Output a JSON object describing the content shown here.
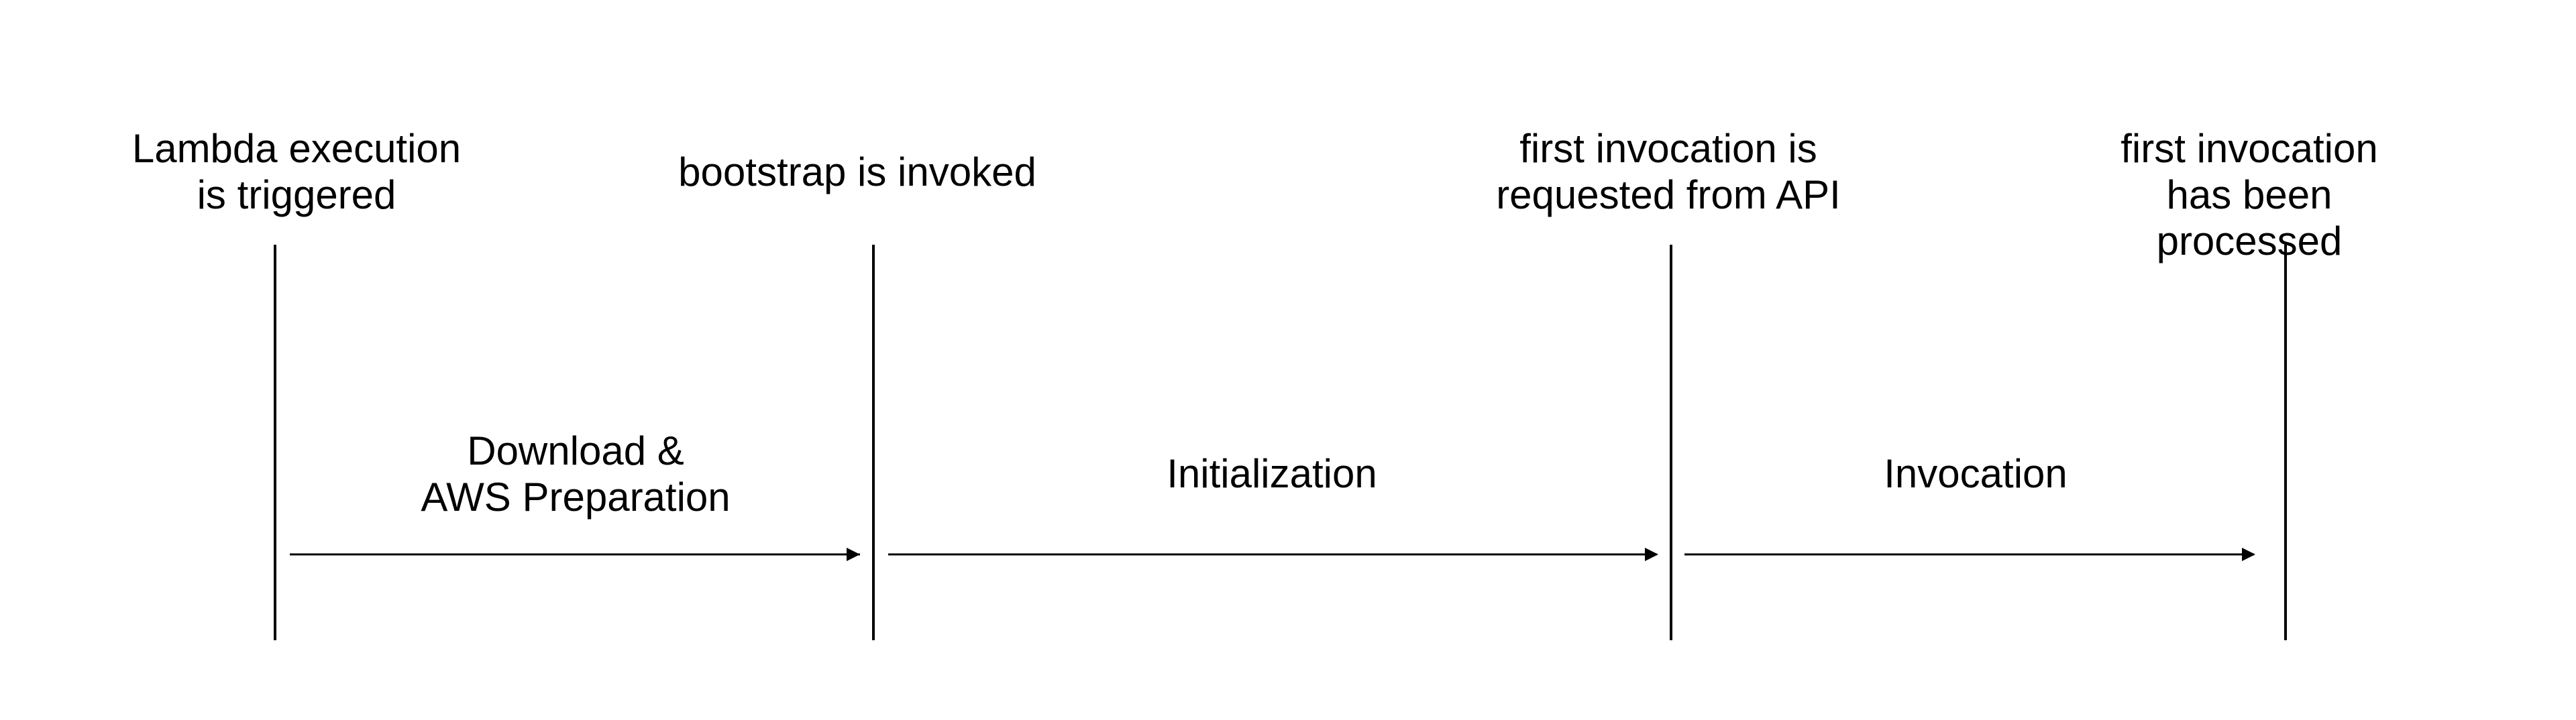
{
  "events": [
    {
      "id": "trigger",
      "label": "Lambda execution\nis triggered"
    },
    {
      "id": "bootstrap",
      "label": "bootstrap is invoked"
    },
    {
      "id": "first-request",
      "label": "first invocation is\nrequested from API"
    },
    {
      "id": "first-processed",
      "label": "first invocation\nhas been processed"
    }
  ],
  "phases": [
    {
      "id": "download",
      "label": "Download &\nAWS Preparation"
    },
    {
      "id": "initialization",
      "label": "Initialization"
    },
    {
      "id": "invocation",
      "label": "Invocation"
    }
  ]
}
